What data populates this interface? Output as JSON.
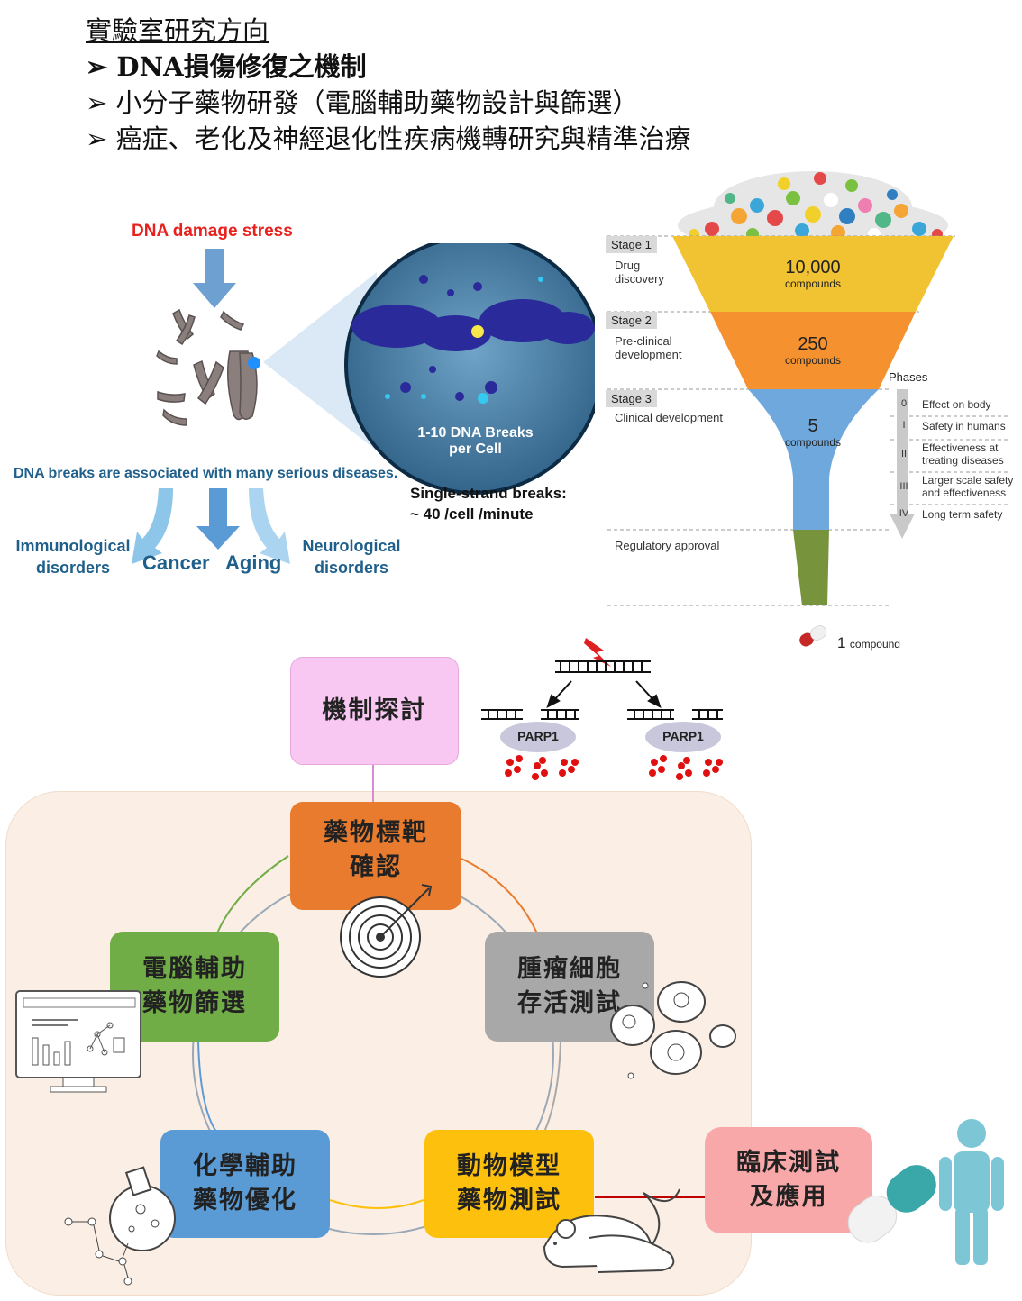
{
  "header": {
    "title": "實驗室研究方向",
    "bullets": [
      "DNA損傷修復之機制",
      "小分子藥物研發（電腦輔助藥物設計與篩選）",
      "癌症、老化及神經退化性疾病機轉研究與精準治療"
    ],
    "bullet_glyph": "➢"
  },
  "dna_panel": {
    "stress_label": "DNA damage stress",
    "breaks_line1": "1-10 DNA Breaks",
    "breaks_line2": "per Cell",
    "ssb_line1": "Single-strand breaks:",
    "ssb_line2": "~ 40 /cell /minute",
    "diseases_caption": "DNA breaks are associated with many serious diseases.",
    "outcomes": {
      "immuno_1": "Immunological",
      "immuno_2": "disorders",
      "cancer": "Cancer",
      "aging": "Aging",
      "neuro_1": "Neurological",
      "neuro_2": "disorders"
    },
    "colors": {
      "stress": "#e8211d",
      "outcome": "#1f5f8b",
      "arrow_dark": "#5b9bd5",
      "arrow_light": "#8ec6ea"
    }
  },
  "funnel": {
    "stages": [
      {
        "tag": "Stage 1",
        "label1": "Drug",
        "label2": "discovery",
        "count": "10,000",
        "unit": "compounds"
      },
      {
        "tag": "Stage 2",
        "label1": "Pre-clinical",
        "label2": "development",
        "count": "250",
        "unit": "compounds"
      },
      {
        "tag": "Stage 3",
        "label1": "Clinical development",
        "label2": "",
        "count": "5",
        "unit": "compounds"
      }
    ],
    "regulatory": "Regulatory approval",
    "phases_title": "Phases",
    "phases": [
      {
        "num": "0",
        "desc1": "Effect on body",
        "desc2": ""
      },
      {
        "num": "I",
        "desc1": "Safety in humans",
        "desc2": ""
      },
      {
        "num": "II",
        "desc1": "Effectiveness at",
        "desc2": "treating diseases"
      },
      {
        "num": "III",
        "desc1": "Larger scale safety",
        "desc2": "and effectiveness"
      },
      {
        "num": "IV",
        "desc1": "Long term safety",
        "desc2": ""
      }
    ],
    "legend_num": "1",
    "legend_unit": "compound",
    "colors": {
      "stage1": "#f1c232",
      "stage2": "#f5922f",
      "stage3": "#6fa8dc",
      "stem": "#77933c"
    }
  },
  "mechanism": {
    "label": "機制探討",
    "parp_left": "PARP1",
    "parp_right": "PARP1",
    "color": "#f8c8f2"
  },
  "cycle": {
    "target": {
      "line1": "藥物標靶",
      "line2": "確認",
      "color": "#e87b2d"
    },
    "tumor": {
      "line1": "腫瘤細胞",
      "line2": "存活測試",
      "color": "#a8a8a8"
    },
    "computer": {
      "line1": "電腦輔助",
      "line2": "藥物篩選",
      "color": "#71ad47"
    },
    "chemistry": {
      "line1": "化學輔助",
      "line2": "藥物優化",
      "color": "#5b9bd5"
    },
    "animal": {
      "line1": "動物模型",
      "line2": "藥物測試",
      "color": "#fcc00d"
    },
    "clinical": {
      "line1": "臨床測試",
      "line2": "及應用",
      "color": "#f8a8a8"
    },
    "background": "#fbeee4"
  }
}
